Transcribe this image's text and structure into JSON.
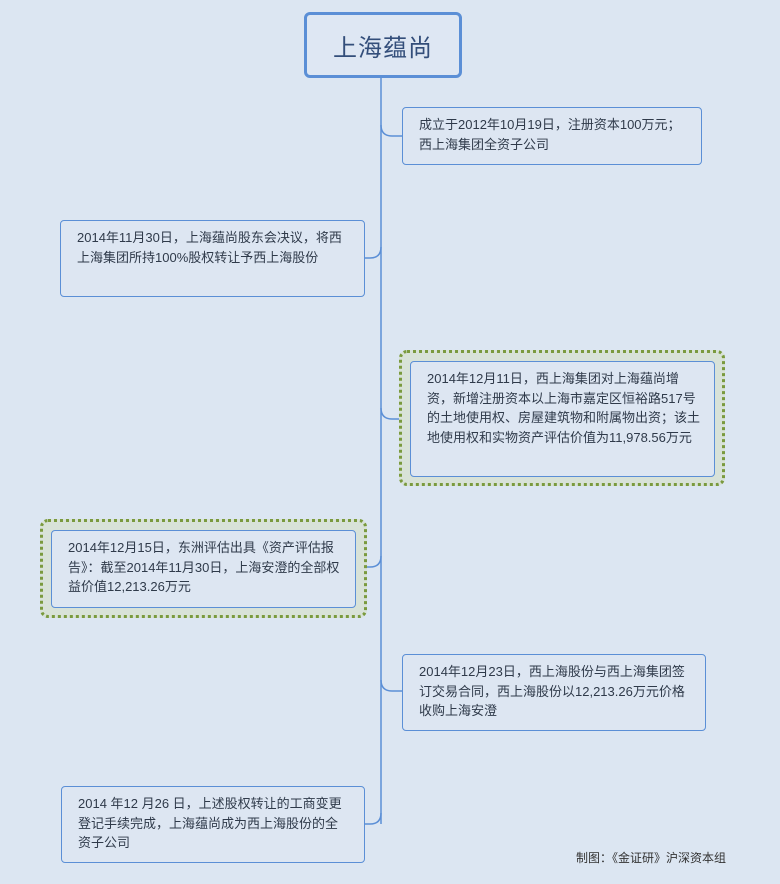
{
  "root": {
    "title": "上海蕴尚"
  },
  "nodes": [
    {
      "id": "n1",
      "text": "成立于2012年10月19日，注册资本100万元；西上海集团全资子公司"
    },
    {
      "id": "n2",
      "text": "2014年11月30日，上海蕴尚股东会决议，将西上海集团所持100%股权转让予西上海股份"
    },
    {
      "id": "n3",
      "text": "2014年12月11日，西上海集团对上海蕴尚增资，新增注册资本以上海市嘉定区恒裕路517号的土地使用权、房屋建筑物和附属物出资；该土地使用权和实物资产评估价值为11,978.56万元",
      "highlighted": true
    },
    {
      "id": "n4",
      "text": "2014年12月15日，东洲评估出具《资产评估报告》：截至2014年11月30日，上海安澄的全部权益价值12,213.26万元",
      "highlighted": true
    },
    {
      "id": "n5",
      "text": "2014年12月23日，西上海股份与西上海集团签订交易合同，西上海股份以12,213.26万元价格收购上海安澄"
    },
    {
      "id": "n6",
      "text": "2014 年12 月26 日，上述股权转让的工商变更登记手续完成，上海蕴尚成为西上海股份的全资子公司"
    }
  ],
  "credit": "制图：《金证研》沪深资本组",
  "colors": {
    "background": "#dce6f2",
    "node_border": "#5b8fd6",
    "highlight_border": "#7a9a3e",
    "text": "#2f3a4a"
  }
}
